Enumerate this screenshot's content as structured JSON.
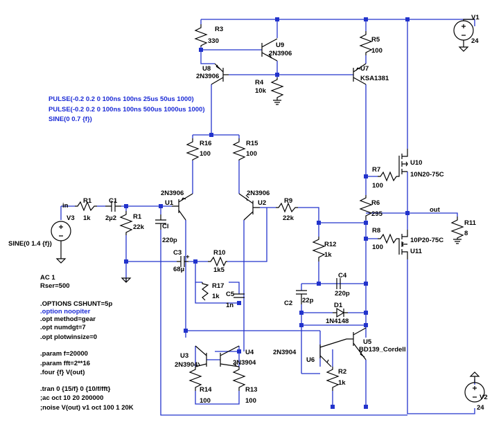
{
  "components": {
    "R3": {
      "ref": "R3",
      "value": "330"
    },
    "U9": {
      "ref": "U9",
      "model": "2N3906"
    },
    "R5": {
      "ref": "R5",
      "value": "100"
    },
    "V1": {
      "ref": "V1",
      "value": "24"
    },
    "U8": {
      "ref": "U8",
      "model": "2N3906"
    },
    "R4": {
      "ref": "R4",
      "value": "10k"
    },
    "U7": {
      "ref": "U7",
      "model": "KSA1381"
    },
    "R16": {
      "ref": "R16",
      "value": "100"
    },
    "R15": {
      "ref": "R15",
      "value": "100"
    },
    "U10": {
      "ref": "U10",
      "model": "10N20-75C"
    },
    "R7": {
      "ref": "R7",
      "value": "100"
    },
    "U1": {
      "ref": "U1",
      "model": "2N3906"
    },
    "U2": {
      "ref": "U2",
      "model": "2N3906"
    },
    "R1": {
      "ref": "R1",
      "value": "1k"
    },
    "C1": {
      "ref": "C1",
      "value": "2µ2"
    },
    "Rb": {
      "ref": "R1",
      "value": "22k"
    },
    "Ci": {
      "ref": "Cl",
      "value": "220p"
    },
    "R9": {
      "ref": "R9",
      "value": "22k"
    },
    "R6": {
      "ref": "R6",
      "value": "295"
    },
    "R8": {
      "ref": "R8",
      "value": "100"
    },
    "U11": {
      "ref": "U11",
      "model": "10P20-75C"
    },
    "R11": {
      "ref": "R11",
      "value": "8"
    },
    "V3": {
      "ref": "V3",
      "value": "SINE(0 1.4 {f})"
    },
    "C3": {
      "ref": "C3",
      "value": "68µ"
    },
    "R10": {
      "ref": "R10",
      "value": "1k5"
    },
    "R12": {
      "ref": "R12",
      "value": "1k"
    },
    "R17": {
      "ref": "R17",
      "value": "1k"
    },
    "C5": {
      "ref": "C5",
      "value": "1n"
    },
    "C4": {
      "ref": "C4",
      "value": "220p"
    },
    "C2": {
      "ref": "C2",
      "value": "22p"
    },
    "D1": {
      "ref": "D1",
      "model": "1N4148"
    },
    "U5": {
      "ref": "U5",
      "model": "BD139_Cordell"
    },
    "U6": {
      "ref": "U6",
      "model": "2N3904"
    },
    "R2": {
      "ref": "R2",
      "value": "1k"
    },
    "U3": {
      "ref": "U3",
      "model": "2N3904"
    },
    "U4": {
      "ref": "U4",
      "model": "2N3904"
    },
    "R14": {
      "ref": "R14",
      "value": "100"
    },
    "R13": {
      "ref": "R13",
      "value": "100"
    },
    "V2": {
      "ref": "V2",
      "value": "24"
    }
  },
  "nets": {
    "in": "in",
    "out": "out"
  },
  "source_params": [
    "AC 1",
    "Rser=500"
  ],
  "pulse_lines": [
    "PULSE(-0.2 0.2 0 100ns 100ns 25us 50us 1000)",
    "PULSE(-0.2 0.2 0 100ns 100ns 500us 1000us 1000)",
    "SINE(0 0.7 {f})"
  ],
  "directives": [
    {
      "text": ".OPTIONS CSHUNT=5p",
      "color": "black"
    },
    {
      "text": ".option noopiter",
      "color": "blue"
    },
    {
      "text": ".opt method=gear",
      "color": "black"
    },
    {
      "text": ".opt numdgt=7",
      "color": "black"
    },
    {
      "text": ".opt plotwinsize=0",
      "color": "black"
    },
    {
      "text": "",
      "color": "black"
    },
    {
      "text": ".param f=20000",
      "color": "black"
    },
    {
      "text": ".param fft=2**16",
      "color": "black"
    },
    {
      "text": ".four {f} V(out)",
      "color": "black"
    },
    {
      "text": "",
      "color": "black"
    },
    {
      "text": ".tran 0 {15/f} 0 {10/f/fft}",
      "color": "black"
    },
    {
      "text": ";ac oct 10 20 200000",
      "color": "black"
    },
    {
      "text": ";noise V(out) v1 oct 100 1 20K",
      "color": "black"
    }
  ],
  "colors": {
    "wire": "#2233cc",
    "component": "#000000",
    "directive_blue": "#1b2bd6",
    "background": "#ffffff"
  }
}
